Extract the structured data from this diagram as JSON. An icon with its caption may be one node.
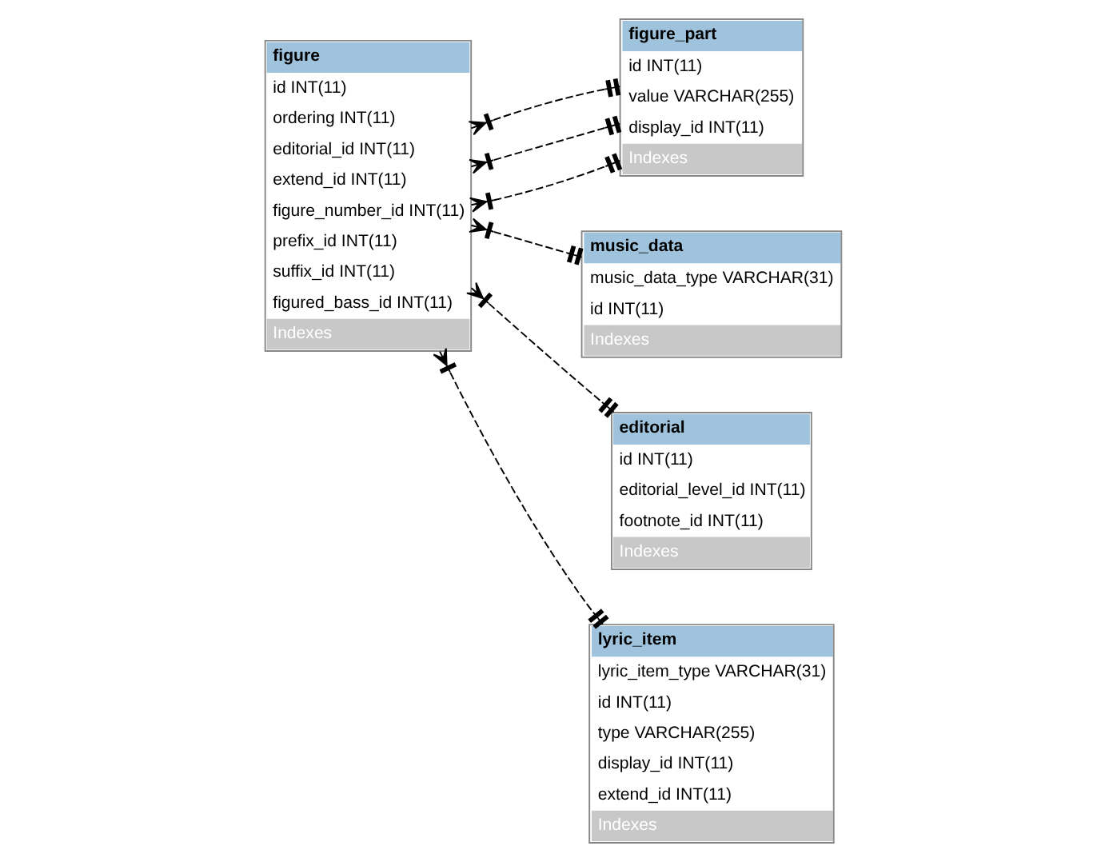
{
  "diagram": {
    "nodes": [
      {
        "text": [
          "figure",
          "id INT(11)",
          "ordering INT(11)",
          "editorial_id INT(11)",
          "extend_id INT(11)",
          "figure_number_id INT(11)",
          "prefix_id INT(11)",
          "suffix_id INT(11)",
          "figured_bass_id INT(11)",
          "Indexes"
        ]
      },
      {
        "text": [
          "figure_part",
          "id INT(11)",
          "value VARCHAR(255)",
          "display_id INT(11)",
          "Indexes"
        ]
      },
      {
        "text": [
          "music_data",
          "music_data_type VARCHAR(31)",
          "id INT(11)",
          "Indexes"
        ]
      },
      {
        "text": [
          "editorial",
          "id INT(11)",
          "editorial_level_id INT(11)",
          "footnote_id INT(11)",
          "Indexes"
        ]
      },
      {
        "text": [
          "lyric_item",
          "lyric_item_type VARCHAR(31)",
          "id INT(11)",
          "type VARCHAR(255)",
          "display_id INT(11)",
          "extend_id INT(11)",
          "Indexes"
        ]
      }
    ],
    "edges": [
      {
        "from": 0,
        "to": 1,
        "arrow": "other",
        "style": "dashed"
      },
      {
        "from": 0,
        "to": 1,
        "arrow": "other",
        "style": "dashed"
      },
      {
        "from": 0,
        "to": 1,
        "arrow": "other",
        "style": "dashed"
      },
      {
        "from": 0,
        "to": 2,
        "arrow": "other",
        "style": "dashed"
      },
      {
        "from": 0,
        "to": 4,
        "arrow": "other",
        "style": "dashed"
      },
      {
        "from": 0,
        "to": 3,
        "arrow": "other",
        "style": "dashed"
      }
    ]
  }
}
